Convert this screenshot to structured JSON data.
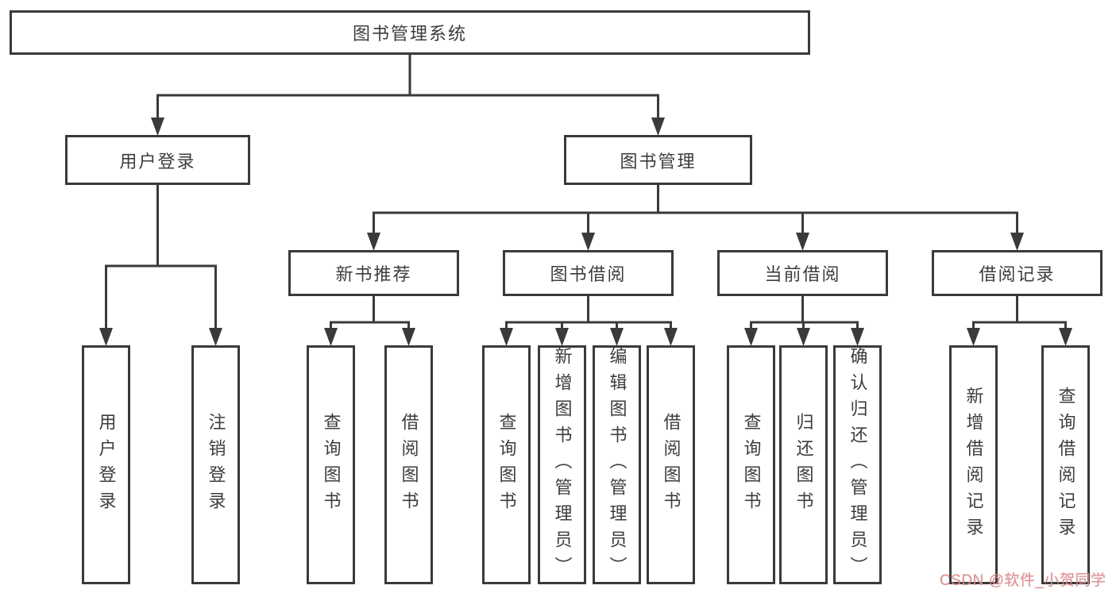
{
  "diagram_type": "hierarchy-tree",
  "colors": {
    "background": "#ffffff",
    "box_border": "#3a3a3a",
    "line": "#3a3a3a",
    "text": "#3d3d3d",
    "watermark": "#e88c8c"
  },
  "tree": {
    "label": "图书管理系统",
    "children": [
      {
        "label": "用户登录",
        "children": [
          {
            "label": "用户登录"
          },
          {
            "label": "注销登录"
          }
        ]
      },
      {
        "label": "图书管理",
        "children": [
          {
            "label": "新书推荐",
            "children": [
              {
                "label": "查询图书"
              },
              {
                "label": "借阅图书"
              }
            ]
          },
          {
            "label": "图书借阅",
            "children": [
              {
                "label": "查询图书"
              },
              {
                "label": "新增图书（管理员）"
              },
              {
                "label": "编辑图书（管理员）"
              },
              {
                "label": "借阅图书"
              }
            ]
          },
          {
            "label": "当前借阅",
            "children": [
              {
                "label": "查询图书"
              },
              {
                "label": "归还图书"
              },
              {
                "label": "确认归还（管理员）"
              }
            ]
          },
          {
            "label": "借阅记录",
            "children": [
              {
                "label": "新增借阅记录"
              },
              {
                "label": "查询借阅记录"
              }
            ]
          }
        ]
      }
    ]
  },
  "watermark": {
    "text": "CSDN @软件_小贺同学"
  }
}
